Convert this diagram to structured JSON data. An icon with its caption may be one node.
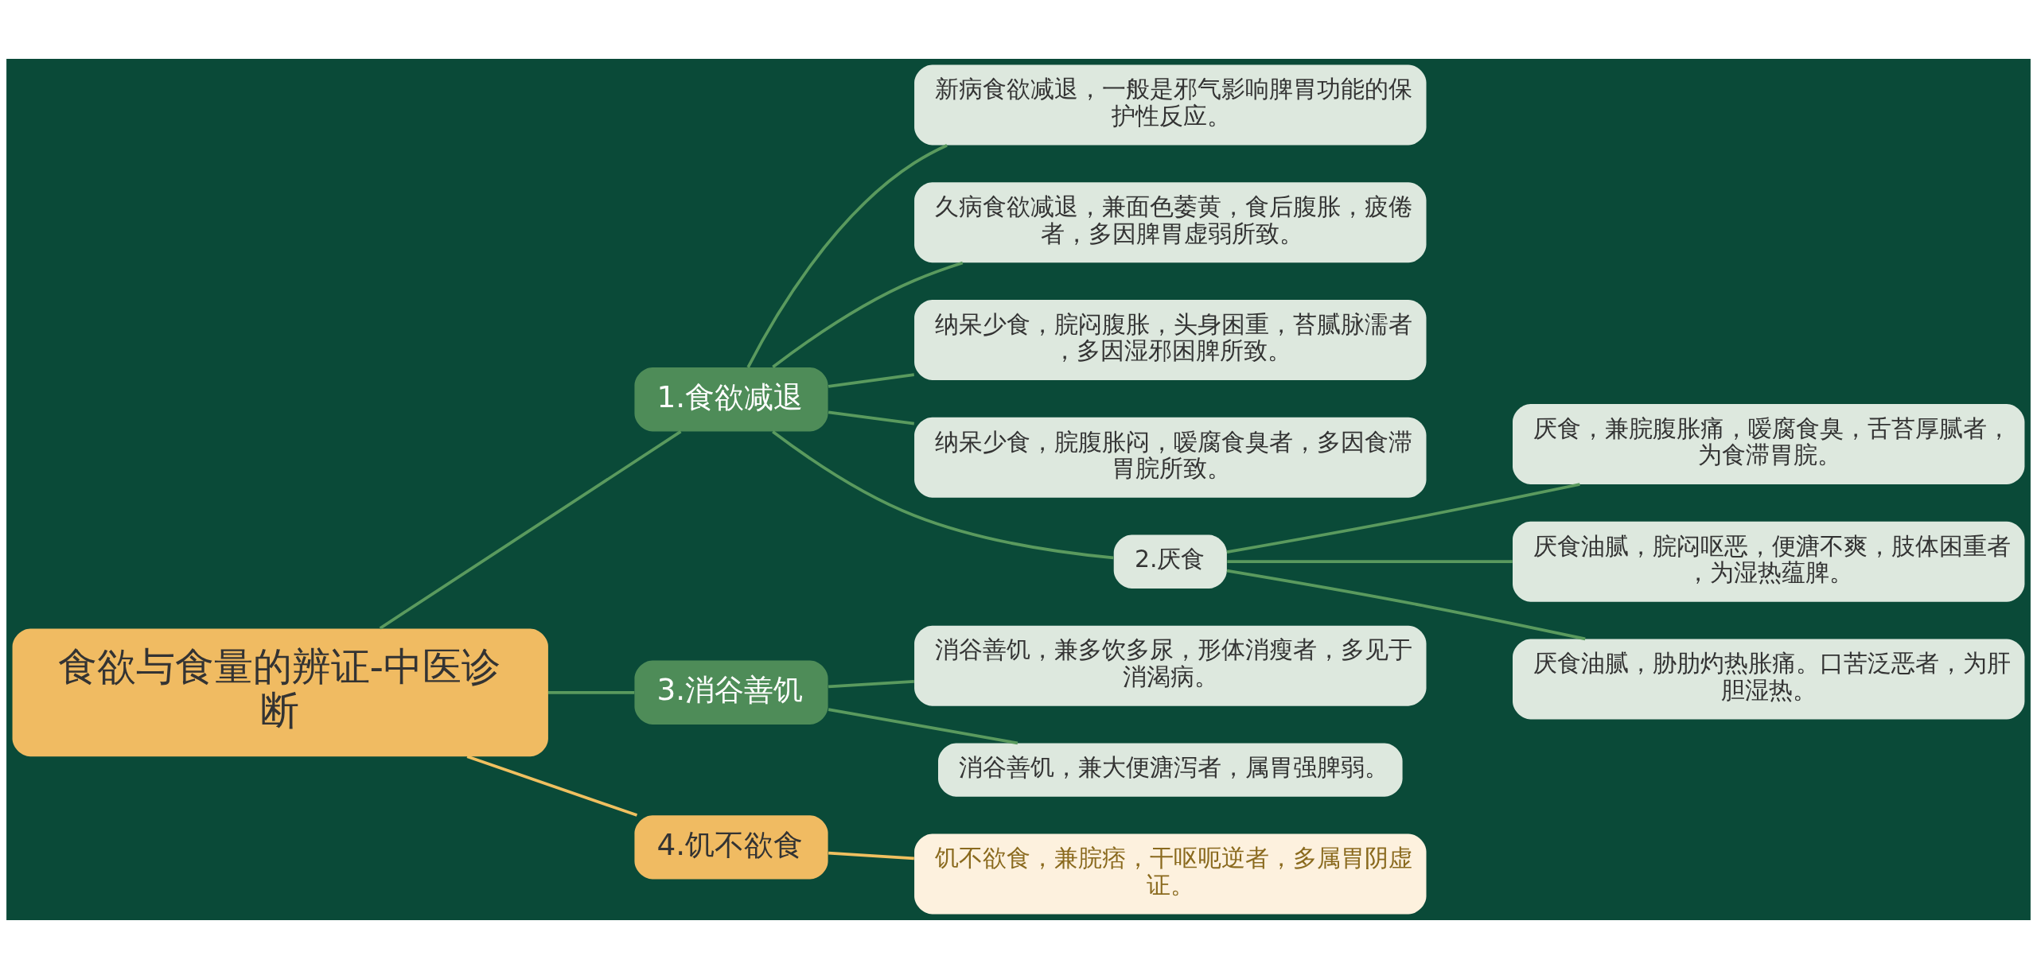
{
  "diagram": {
    "nodes": [
      {
        "text": [
          "食欲与食量的辨证-中医诊断"
        ]
      },
      {
        "text": [
          "1.食欲减退"
        ]
      },
      {
        "text": [
          "新病食欲减退，一般是邪气影响脾胃功能的保护性反应。"
        ]
      },
      {
        "text": [
          "久病食欲减退，兼面色萎黄，食后腹胀，疲倦者，多因脾胃虚弱所致。"
        ]
      },
      {
        "text": [
          "纳呆少食，脘闷腹胀，头身困重，苔腻脉濡者，多因湿邪困脾所致。"
        ]
      },
      {
        "text": [
          "纳呆少食，脘腹胀闷，嗳腐食臭者，多因食滞胃脘所致。"
        ]
      },
      {
        "text": [
          "2.厌食"
        ]
      },
      {
        "text": [
          "厌食，兼脘腹胀痛，嗳腐食臭，舌苔厚腻者，为食滞胃脘。"
        ]
      },
      {
        "text": [
          "厌食油腻，脘闷呕恶，便溏不爽，肢体困重者，为湿热蕴脾。"
        ]
      },
      {
        "text": [
          "厌食油腻，胁肋灼热胀痛。口苦泛恶者，为肝胆湿热。"
        ]
      },
      {
        "text": [
          "3.消谷善饥"
        ]
      },
      {
        "text": [
          "消谷善饥，兼多饮多尿，形体消瘦者，多见于消渴病。"
        ]
      },
      {
        "text": [
          "消谷善饥，兼大便溏泻者，属胃强脾弱。"
        ]
      },
      {
        "text": [
          "4.饥不欲食"
        ]
      },
      {
        "text": [
          "饥不欲食，兼脘痞，干呕呃逆者，多属胃阴虚证。"
        ]
      }
    ],
    "edges": [
      {
        "from": 0,
        "to": 1,
        "arrow": "none"
      },
      {
        "from": 1,
        "to": 2,
        "arrow": "none"
      },
      {
        "from": 1,
        "to": 3,
        "arrow": "none"
      },
      {
        "from": 1,
        "to": 4,
        "arrow": "none"
      },
      {
        "from": 1,
        "to": 5,
        "arrow": "none"
      },
      {
        "from": 1,
        "to": 6,
        "arrow": "none"
      },
      {
        "from": 6,
        "to": 7,
        "arrow": "none"
      },
      {
        "from": 6,
        "to": 8,
        "arrow": "none"
      },
      {
        "from": 6,
        "to": 9,
        "arrow": "none"
      },
      {
        "from": 0,
        "to": 10,
        "arrow": "none"
      },
      {
        "from": 10,
        "to": 11,
        "arrow": "none"
      },
      {
        "from": 10,
        "to": 12,
        "arrow": "none"
      },
      {
        "from": 0,
        "to": 13,
        "arrow": "none",
        "color": "#f0c060"
      },
      {
        "from": 13,
        "to": 14,
        "arrow": "none",
        "color": "#f0c060"
      }
    ]
  }
}
